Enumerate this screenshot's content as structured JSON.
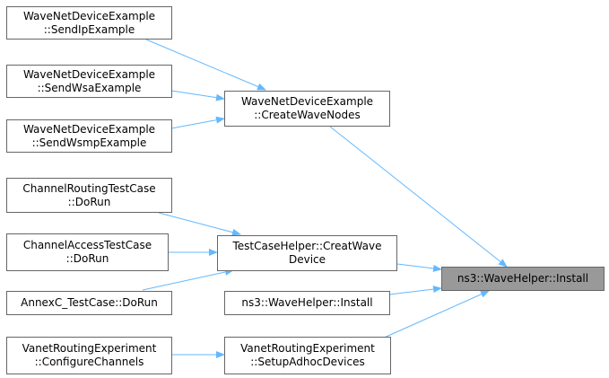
{
  "colors": {
    "edge": "#63b8ff",
    "node_border": "#666666",
    "target_fill": "#999999",
    "node_fill": "#ffffff"
  },
  "nodes": {
    "send_ip": {
      "line1": "WaveNetDeviceExample",
      "line2": "::SendIpExample"
    },
    "send_wsa": {
      "line1": "WaveNetDeviceExample",
      "line2": "::SendWsaExample"
    },
    "send_wsmp": {
      "line1": "WaveNetDeviceExample",
      "line2": "::SendWsmpExample"
    },
    "create_wave_nodes": {
      "line1": "WaveNetDeviceExample",
      "line2": "::CreateWaveNodes"
    },
    "channel_routing": {
      "line1": "ChannelRoutingTestCase",
      "line2": "::DoRun"
    },
    "channel_access": {
      "line1": "ChannelAccessTestCase",
      "line2": "::DoRun"
    },
    "annexc": {
      "line1": "AnnexC_TestCase::DoRun"
    },
    "creat_wave_device": {
      "line1": "TestCaseHelper::CreatWave",
      "line2": "Device"
    },
    "helper_install_overload": {
      "line1": "ns3::WaveHelper::Install"
    },
    "configure_channels": {
      "line1": "VanetRoutingExperiment",
      "line2": "::ConfigureChannels"
    },
    "setup_adhoc": {
      "line1": "VanetRoutingExperiment",
      "line2": "::SetupAdhocDevices"
    },
    "target": {
      "line1": "ns3::WaveHelper::Install"
    }
  }
}
